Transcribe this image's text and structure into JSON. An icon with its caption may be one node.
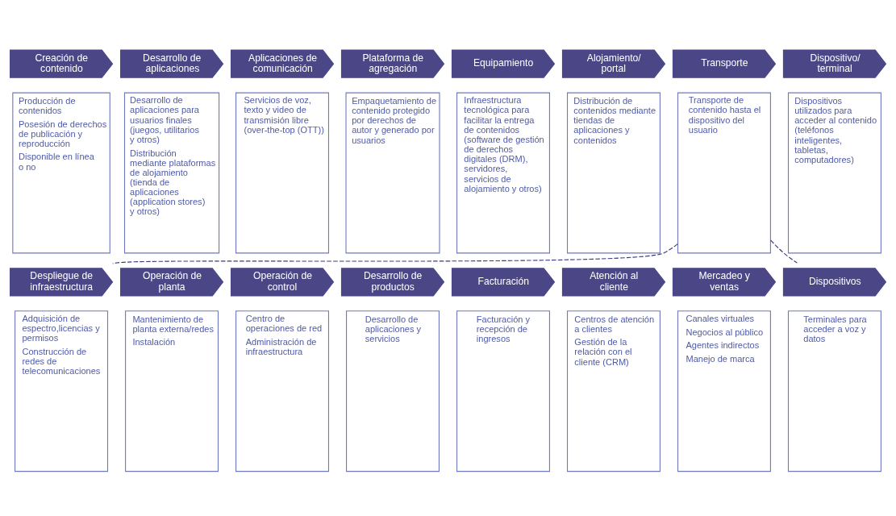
{
  "diagram": {
    "nodes": [
      {
        "text": [
          "Creación de contenido"
        ]
      },
      {
        "text": [
          "Desarrollo de aplicaciones"
        ]
      },
      {
        "text": [
          "Aplicaciones de comunicación"
        ]
      },
      {
        "text": [
          "Plataforma de agregación"
        ]
      },
      {
        "text": [
          "Equipamiento"
        ]
      },
      {
        "text": [
          "Alojamiento/ portal"
        ]
      },
      {
        "text": [
          "Transporte"
        ]
      },
      {
        "text": [
          "Dispositivo/ terminal"
        ]
      },
      {
        "text": [
          "Producción de contenidos",
          "Posesión de derechos de publicación y reproducción",
          "Disponible en línea o no"
        ]
      },
      {
        "text": [
          "Desarrollo de aplicaciones para usuarios finales (juegos, utilitarios y otros)",
          "Distribución mediante plataformas de alojamiento (tienda de aplicaciones (application stores) y otros)"
        ]
      },
      {
        "text": [
          "Servicios de voz, texto y video de transmisión libre (over-the-top (OTT))"
        ]
      },
      {
        "text": [
          "Empaquetamiento de contenido protegido por derechos de autor y generado por usuarios"
        ]
      },
      {
        "text": [
          "Infraestructura tecnológica para facilitar la entrega de contenidos (software de gestión de derechos digitales (DRM), servidores, servicios de alojamiento y otros)"
        ]
      },
      {
        "text": [
          "Distribución de contenidos mediante tiendas de aplicaciones y contenidos"
        ]
      },
      {
        "text": [
          "Transporte de contenido hasta el dispositivo del usuario"
        ]
      },
      {
        "text": [
          "Dispositivos utilizados para acceder al contenido (teléfonos inteligentes, tabletas, computadores)"
        ]
      },
      {
        "text": [
          "Despliegue de infraestructura"
        ]
      },
      {
        "text": [
          "Operación de planta"
        ]
      },
      {
        "text": [
          "Operación de control"
        ]
      },
      {
        "text": [
          "Desarrollo de productos"
        ]
      },
      {
        "text": [
          "Facturación"
        ]
      },
      {
        "text": [
          "Atención al cliente"
        ]
      },
      {
        "text": [
          "Mercadeo y ventas"
        ]
      },
      {
        "text": [
          "Dispositivos"
        ]
      },
      {
        "text": [
          "Adquisición de espectro,licencias y permisos",
          "Construcción de redes de telecomunicaciones"
        ]
      },
      {
        "text": [
          "Mantenimiento de planta externa/redes",
          "Instalación"
        ]
      },
      {
        "text": [
          "Centro de operaciones de red",
          "Administración de infraestructura"
        ]
      },
      {
        "text": [
          "Desarrollo de aplicaciones y servicios"
        ]
      },
      {
        "text": [
          "Facturación y recepción de ingresos"
        ]
      },
      {
        "text": [
          "Centros de atención a clientes",
          "Gestión de la relación con el cliente (CRM)"
        ]
      },
      {
        "text": [
          "Canales virtuales",
          "Negocios al público",
          "Agentes indirectos",
          "Manejo de marca"
        ]
      },
      {
        "text": [
          "Terminales para acceder a voz y datos"
        ]
      }
    ],
    "edges": [
      {
        "from": 14,
        "to": 16,
        "arrow": "none",
        "style": "dashed"
      },
      {
        "from": 14,
        "to": 23,
        "arrow": "none",
        "style": "dashed"
      }
    ]
  }
}
